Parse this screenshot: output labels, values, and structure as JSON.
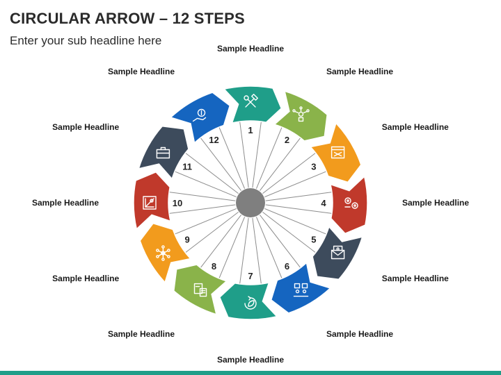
{
  "title": "CIRCULAR ARROW – 12 STEPS",
  "subtitle": "Enter your sub headline here",
  "colors": {
    "teal": "#1f9e89",
    "green": "#8ab34a",
    "orange": "#f29b1d",
    "red": "#c0392b",
    "slate": "#3d4b5c",
    "blue": "#1565c0",
    "hub": "#7f7f7f",
    "spoke": "#8c8c8c"
  },
  "steps": [
    {
      "number": "1",
      "headline": "Sample Headline",
      "color": "teal",
      "icon": "hammer-wrench-icon"
    },
    {
      "number": "2",
      "headline": "Sample Headline",
      "color": "green",
      "icon": "network-idea-icon"
    },
    {
      "number": "3",
      "headline": "Sample Headline",
      "color": "orange",
      "icon": "web-layout-icon"
    },
    {
      "number": "4",
      "headline": "Sample Headline",
      "color": "red",
      "icon": "gears-icon"
    },
    {
      "number": "5",
      "headline": "Sample Headline",
      "color": "slate",
      "icon": "email-icon"
    },
    {
      "number": "6",
      "headline": "Sample Headline",
      "color": "blue",
      "icon": "team-meeting-icon"
    },
    {
      "number": "7",
      "headline": "Sample Headline",
      "color": "teal",
      "icon": "leaf-cycle-icon"
    },
    {
      "number": "8",
      "headline": "Sample Headline",
      "color": "green",
      "icon": "checklist-icon"
    },
    {
      "number": "9",
      "headline": "Sample Headline",
      "color": "orange",
      "icon": "network-nodes-icon"
    },
    {
      "number": "10",
      "headline": "Sample Headline",
      "color": "red",
      "icon": "design-tools-icon"
    },
    {
      "number": "11",
      "headline": "Sample Headline",
      "color": "slate",
      "icon": "briefcase-icon"
    },
    {
      "number": "12",
      "headline": "Sample Headline",
      "color": "blue",
      "icon": "money-hand-icon"
    }
  ]
}
